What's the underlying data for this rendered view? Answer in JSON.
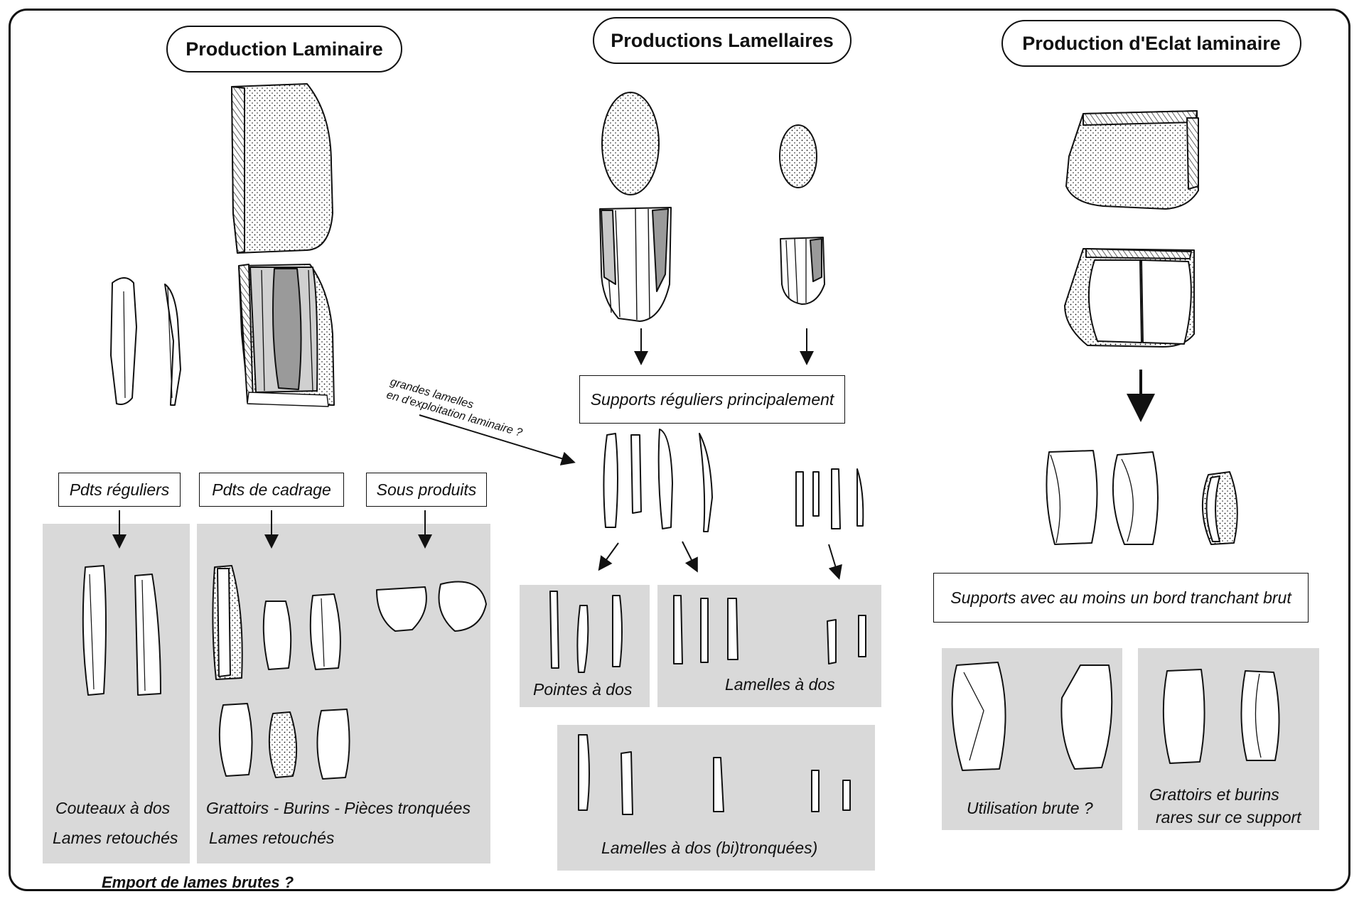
{
  "columns": {
    "laminaire": {
      "title": "Production Laminaire",
      "categories": [
        "Pdts réguliers",
        "Pdts de cadrage",
        "Sous produits"
      ],
      "group1": [
        "Couteaux à dos",
        "Lames retouchés"
      ],
      "group2": [
        "Grattoirs - Burins - Pièces tronquées",
        "Lames retouchés"
      ],
      "footer": "Emport de lames brutes ?"
    },
    "lamellaires": {
      "title": "Productions Lamellaires",
      "supports": "Supports réguliers principalement",
      "arrow_note": [
        "grandes lamelles",
        "en d'exploitation laminaire ?"
      ],
      "pointes": "Pointes à dos",
      "lamelles": "Lamelles à dos",
      "bitronquees": "Lamelles à dos (bi)tronquées)"
    },
    "eclat": {
      "title": "Production d'Eclat laminaire",
      "supports": "Supports avec au moins un bord tranchant brut",
      "utilisation": "Utilisation brute ?",
      "grattoirs": [
        "Grattoirs et burins",
        "rares sur ce support"
      ]
    }
  },
  "colors": {
    "panel_gray": "#d9d9d9",
    "dark_blade": "#9a9a9a",
    "light_blade": "#c8c8c8",
    "ink": "#111111"
  }
}
